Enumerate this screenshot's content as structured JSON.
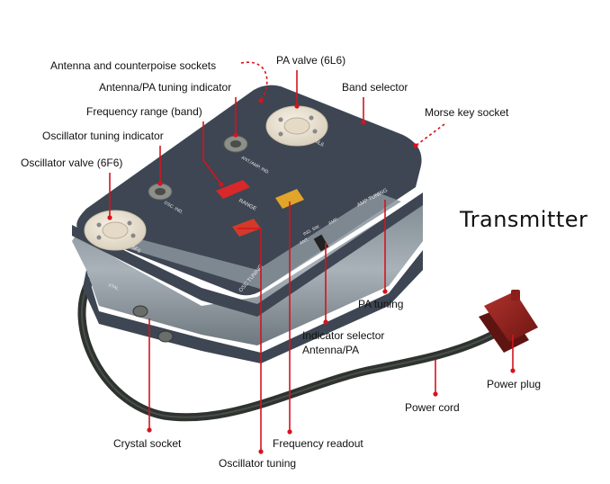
{
  "diagram": {
    "title": "Transmitter",
    "colors": {
      "leader": "#d4141e",
      "body_dark": "#3d4652",
      "band_light": "#8a949c",
      "valve_base": "#ece4d4",
      "plug": "#8a1f1c"
    },
    "labels": {
      "antenna_sockets": "Antenna and counterpoise sockets",
      "pa_valve": "PA valve (6L6)",
      "band_selector": "Band selector",
      "antenna_pa_indicator": "Antenna/PA tuning indicator",
      "morse_key_socket": "Morse key socket",
      "frequency_range": "Frequency range (band)",
      "osc_tuning_indicator": "Oscillator tuning indicator",
      "osc_valve": "Oscillator valve (6F6)",
      "pa_tuning": "PA tuning",
      "indicator_selector_line1": "Indicator selector",
      "indicator_selector_line2": "Antenna/PA",
      "power_plug": "Power plug",
      "power_cord": "Power cord",
      "crystal_socket": "Crystal socket",
      "frequency_readout": "Frequency readout",
      "osc_tuning": "Oscillator tuning"
    },
    "panel_markings": {
      "osc_ind": "OSC. IND.",
      "ant_amp_ind": "ANT./AMP. IND.",
      "range": "RANGE",
      "amp_tuning": "AMP TUNING",
      "osc_tuning": "OSC TUNING",
      "ind_sw": "IND. SW.",
      "ant": "ANT.",
      "amp": "AMP.",
      "valve_6l6": "6L6",
      "valve_6f6": "6F6",
      "xtal": "XTAL"
    }
  }
}
